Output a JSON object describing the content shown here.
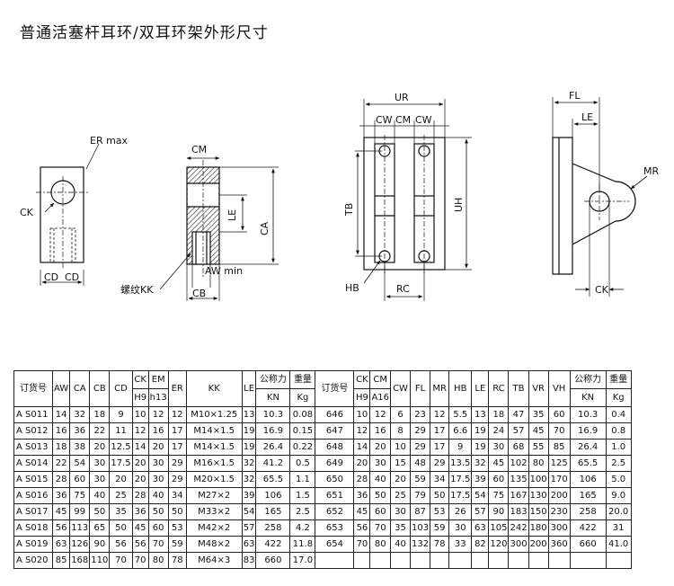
{
  "title": "普通活塞杆耳环/双耳环架外形尺寸",
  "drawings": {
    "fig1": {
      "er": "ER max",
      "ck": "CK",
      "cd1": "CD",
      "cd2": "CD"
    },
    "fig2": {
      "cm": "CM",
      "le": "LE",
      "ca": "CA",
      "aw": "AW min",
      "thread": "螺纹KK",
      "cb": "CB"
    },
    "fig3": {
      "ur": "UR",
      "cw1": "CW",
      "cm": "CM",
      "cw2": "CW",
      "tb": "TB",
      "uh": "UH",
      "hb": "HB",
      "rc": "RC"
    },
    "fig4": {
      "fl": "FL",
      "le": "LE",
      "mr": "MR",
      "ck": "CK"
    }
  },
  "table": {
    "left_header_top": [
      "订货号",
      "AW",
      "CA",
      "CB",
      "CD",
      "CK",
      "EM",
      "ER",
      "KK",
      "LE",
      "公称力",
      "重量"
    ],
    "left_header_sub": [
      "H9",
      "h13",
      "KN",
      "Kg"
    ],
    "right_header_top": [
      "订货号",
      "CK",
      "CM",
      "CW",
      "FL",
      "MR",
      "HB",
      "LE",
      "RC",
      "TB",
      "VR",
      "VH",
      "公称力",
      "重量"
    ],
    "right_header_sub": [
      "H9",
      "A16",
      "KN",
      "Kg"
    ],
    "rows": [
      {
        "l": [
          "A S011",
          "14",
          "32",
          "18",
          "9",
          "10",
          "12",
          "12",
          "M10×1.25",
          "13",
          "10.3",
          "0.08"
        ],
        "r": [
          "646",
          "10",
          "12",
          "6",
          "23",
          "12",
          "5.5",
          "13",
          "18",
          "47",
          "35",
          "60",
          "10.3",
          "0.4"
        ]
      },
      {
        "l": [
          "A S012",
          "16",
          "36",
          "22",
          "11",
          "12",
          "16",
          "17",
          "M14×1.5",
          "19",
          "16.9",
          "0.15"
        ],
        "r": [
          "647",
          "12",
          "16",
          "8",
          "29",
          "17",
          "6.6",
          "19",
          "24",
          "57",
          "45",
          "70",
          "16.9",
          "0.8"
        ]
      },
      {
        "l": [
          "A S013",
          "18",
          "38",
          "20",
          "12.5",
          "14",
          "20",
          "17",
          "M14×1.5",
          "19",
          "26.4",
          "0.22"
        ],
        "r": [
          "648",
          "14",
          "20",
          "10",
          "29",
          "17",
          "9",
          "19",
          "30",
          "68",
          "55",
          "85",
          "26.4",
          "1.0"
        ]
      },
      {
        "l": [
          "A S014",
          "22",
          "54",
          "30",
          "17.5",
          "20",
          "30",
          "29",
          "M16×1.5",
          "32",
          "41.2",
          "0.5"
        ],
        "r": [
          "649",
          "20",
          "30",
          "15",
          "48",
          "29",
          "13.5",
          "32",
          "45",
          "102",
          "80",
          "125",
          "65.5",
          "2.5"
        ]
      },
      {
        "l": [
          "A S015",
          "28",
          "60",
          "30",
          "20",
          "20",
          "30",
          "29",
          "M20×1.5",
          "32",
          "65.5",
          "1.1"
        ],
        "r": [
          "650",
          "28",
          "40",
          "20",
          "59",
          "34",
          "17.5",
          "39",
          "60",
          "135",
          "100",
          "170",
          "106",
          "5.0"
        ]
      },
      {
        "l": [
          "A S016",
          "36",
          "75",
          "40",
          "25",
          "28",
          "40",
          "34",
          "M27×2",
          "39",
          "106",
          "1.5"
        ],
        "r": [
          "651",
          "36",
          "50",
          "25",
          "79",
          "50",
          "17.5",
          "54",
          "75",
          "167",
          "130",
          "200",
          "165",
          "9.0"
        ]
      },
      {
        "l": [
          "A S017",
          "45",
          "99",
          "50",
          "35",
          "36",
          "50",
          "50",
          "M33×2",
          "54",
          "165",
          "2.5"
        ],
        "r": [
          "652",
          "45",
          "60",
          "30",
          "87",
          "53",
          "26",
          "57",
          "90",
          "183",
          "150",
          "230",
          "258",
          "20.0"
        ]
      },
      {
        "l": [
          "A S018",
          "56",
          "113",
          "65",
          "50",
          "45",
          "60",
          "53",
          "M42×2",
          "57",
          "258",
          "4.2"
        ],
        "r": [
          "653",
          "56",
          "70",
          "35",
          "103",
          "59",
          "30",
          "63",
          "105",
          "242",
          "180",
          "300",
          "422",
          "31"
        ]
      },
      {
        "l": [
          "A S019",
          "63",
          "126",
          "90",
          "56",
          "56",
          "70",
          "59",
          "M48×2",
          "63",
          "422",
          "11.8"
        ],
        "r": [
          "654",
          "70",
          "80",
          "40",
          "132",
          "78",
          "33",
          "82",
          "120",
          "300",
          "200",
          "360",
          "660",
          "41.0"
        ]
      },
      {
        "l": [
          "A S020",
          "85",
          "168",
          "110",
          "70",
          "70",
          "80",
          "78",
          "M64×3",
          "83",
          "660",
          "17.0"
        ],
        "r": []
      }
    ]
  }
}
